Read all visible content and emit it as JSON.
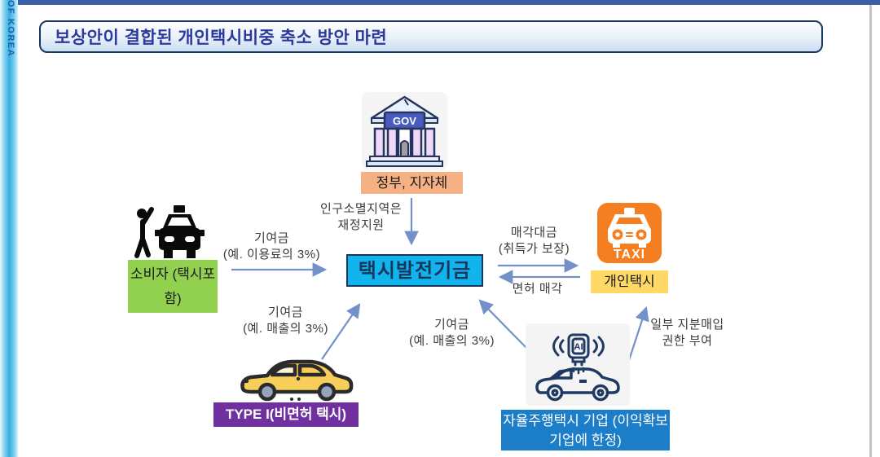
{
  "slide": {
    "title": "보상안이 결합된 개인택시비중 축소 방안 마련",
    "side_strip_text": "OF KOREA"
  },
  "nodes": {
    "government": {
      "icon": "government-building-icon",
      "icon_text": "GOV",
      "label": "정부, 지자체"
    },
    "consumer": {
      "icon": "person-hailing-taxi-icon",
      "label_line1": "소비자",
      "label_line2": "(택시포함)"
    },
    "fund": {
      "label": "택시발전기금"
    },
    "private_taxi": {
      "icon": "taxi-app-icon",
      "icon_text": "TAXI",
      "label": "개인택시"
    },
    "type1_taxi": {
      "icon": "yellow-car-icon",
      "label": "TYPE I(비면허 택시)"
    },
    "autonomous": {
      "icon": "autonomous-car-ai-icon",
      "icon_text": "AI",
      "label_line1": "자율주행택시 기업",
      "label_line2": "(이익확보 기업에 한정)"
    }
  },
  "edges": [
    {
      "from": "government",
      "to": "fund",
      "line1": "인구소멸지역은",
      "line2": "재정지원"
    },
    {
      "from": "consumer",
      "to": "fund",
      "line1": "기여금",
      "line2": "(예. 이용료의 3%)"
    },
    {
      "from": "fund",
      "to": "private_taxi",
      "line1": "매각대금",
      "line2": "(취득가 보장)"
    },
    {
      "from": "private_taxi",
      "to": "fund",
      "line1": "면허 매각"
    },
    {
      "from": "type1_taxi",
      "to": "fund",
      "line1": "기여금",
      "line2": "(예. 매출의 3%)"
    },
    {
      "from": "autonomous",
      "to": "fund",
      "line1": "기여금",
      "line2": "(예. 매출의 3%)"
    },
    {
      "from": "autonomous",
      "to": "private_taxi",
      "line1": "일부 지분매입",
      "line2": "권한 부여"
    }
  ],
  "colors": {
    "top_bar": "#3C5EA8",
    "side_strip": "#33AEE2",
    "title_text": "#2B3A9C",
    "title_border": "#17375E",
    "fund_bg": "#12B4EE",
    "fund_border": "#16365C",
    "government_label_bg": "#F5B183",
    "consumer_label_bg": "#92D050",
    "private_taxi_icon_bg": "#F47E20",
    "private_taxi_label_bg": "#FFD966",
    "type1_label_bg": "#7030A0",
    "autonomous_label_bg": "#1C7EC8",
    "arrow": "#7291C8"
  }
}
